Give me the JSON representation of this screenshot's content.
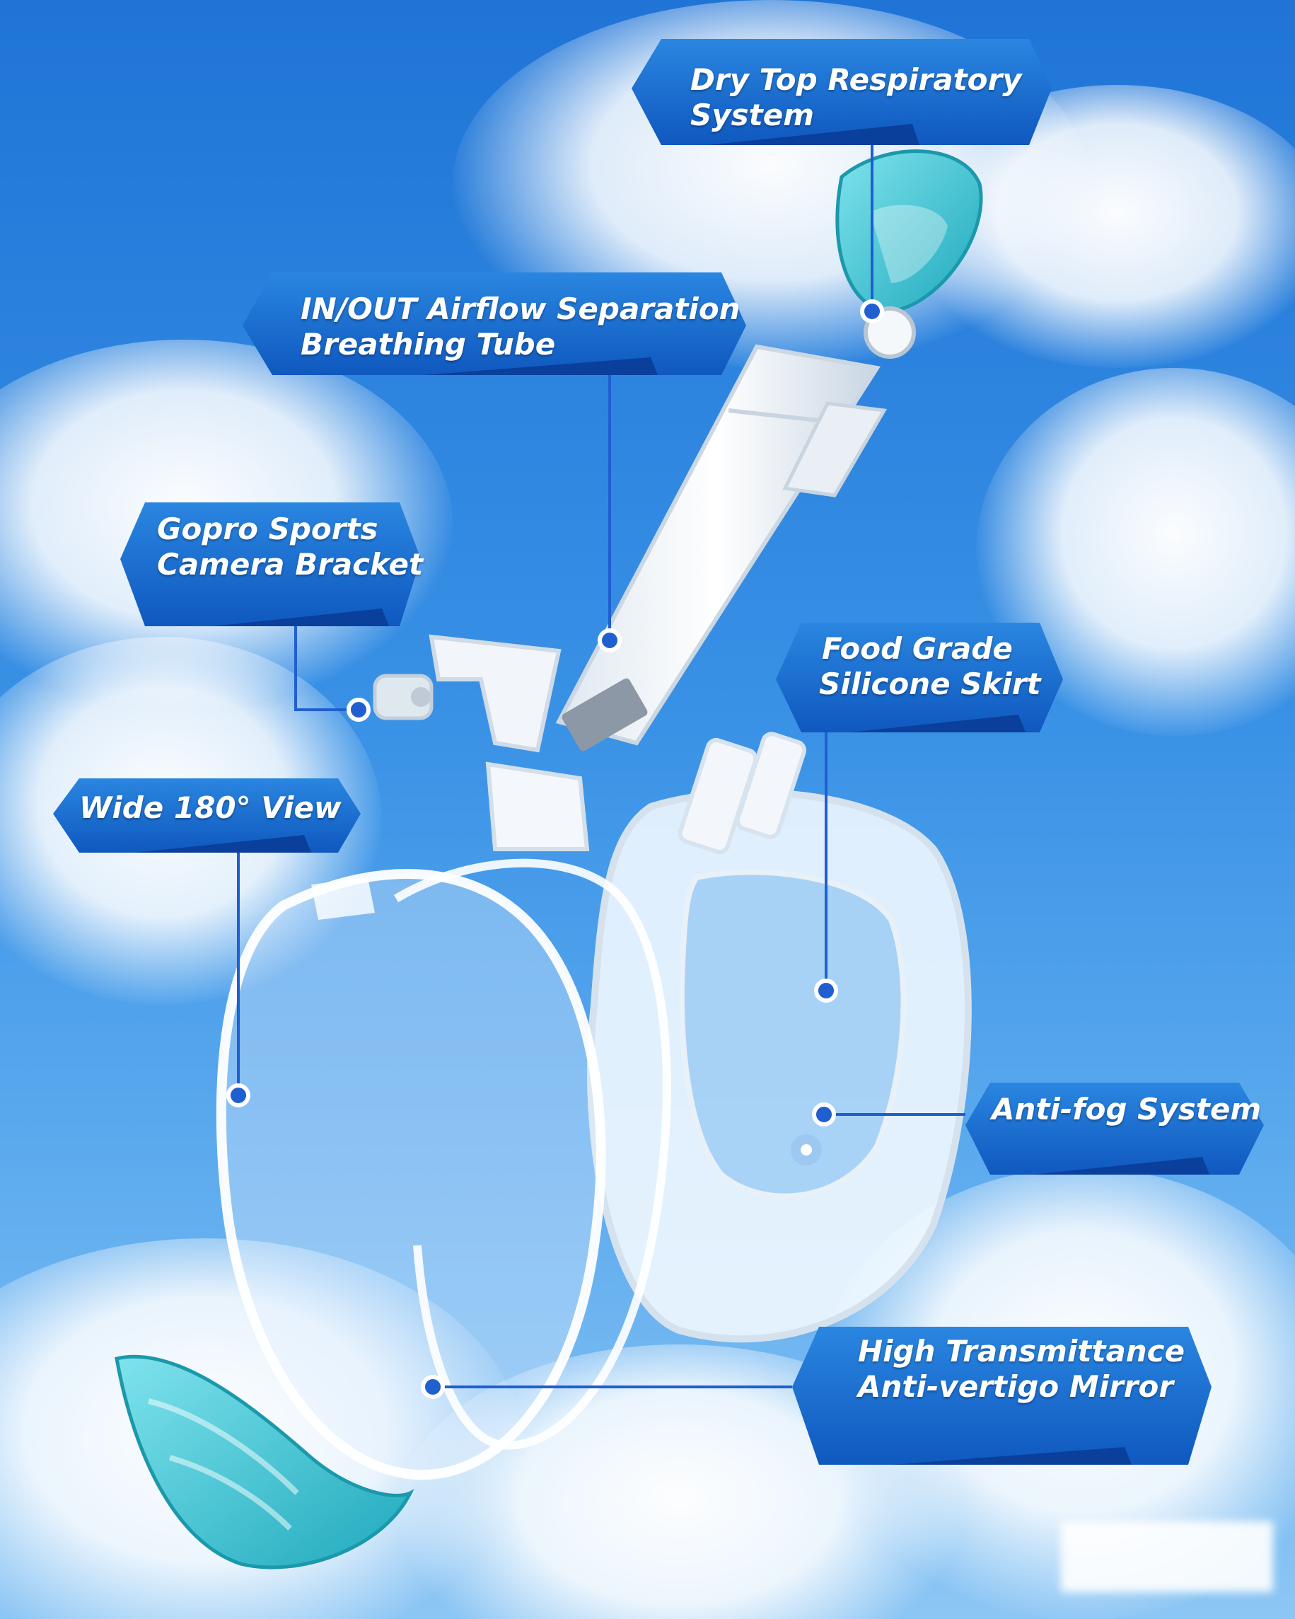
{
  "callouts": {
    "dry_top": {
      "line1": "Dry Top Respiratory",
      "line2": "System"
    },
    "airflow": {
      "line1": "IN/OUT Airflow Separation",
      "line2": "Breathing Tube"
    },
    "gopro": {
      "line1": "Gopro Sports",
      "line2": "Camera Bracket"
    },
    "silicone": {
      "line1": "Food Grade",
      "line2": "Silicone Skirt"
    },
    "wide_view": {
      "line1": "Wide 180° View"
    },
    "anti_fog": {
      "line1": "Anti-fog System"
    },
    "mirror": {
      "line1": "High Transmittance",
      "line2": "Anti-vertigo Mirror"
    }
  },
  "colors": {
    "sky_top": "#1f74d6",
    "sky_bottom": "#8cc6f4",
    "callout_blue": "#1565c8",
    "callout_dark": "#0a3f9c",
    "teal_part": "#3cc6d6",
    "leader_line": "#1f5fcf"
  }
}
